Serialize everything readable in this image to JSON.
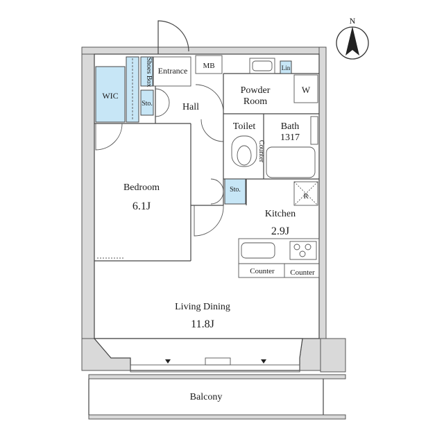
{
  "compass": {
    "label": "N"
  },
  "rooms": {
    "entrance": "Entrance",
    "mb": "MB",
    "lin": "Lin",
    "shoes_box": "Shoes Box",
    "wic": "WIC",
    "sto_top": "Sto.",
    "hall": "Hall",
    "powder_room_line1": "Powder",
    "powder_room_line2": "Room",
    "washer": "W",
    "toilet": "Toilet",
    "bath_name": "Bath",
    "bath_size": "1317",
    "counter_vertical": "Counter",
    "bedroom_name": "Bedroom",
    "bedroom_size": "6.1J",
    "sto_mid": "Sto.",
    "refrigerator": "R",
    "kitchen_name": "Kitchen",
    "kitchen_size": "2.9J",
    "counter_1": "Counter",
    "counter_2": "Counter",
    "living_name": "Living Dining",
    "living_size": "11.8J",
    "balcony": "Balcony"
  },
  "colors": {
    "storage_fill": "#c7e6f6",
    "wall_fill": "#d9d9d9",
    "line": "#444444"
  }
}
